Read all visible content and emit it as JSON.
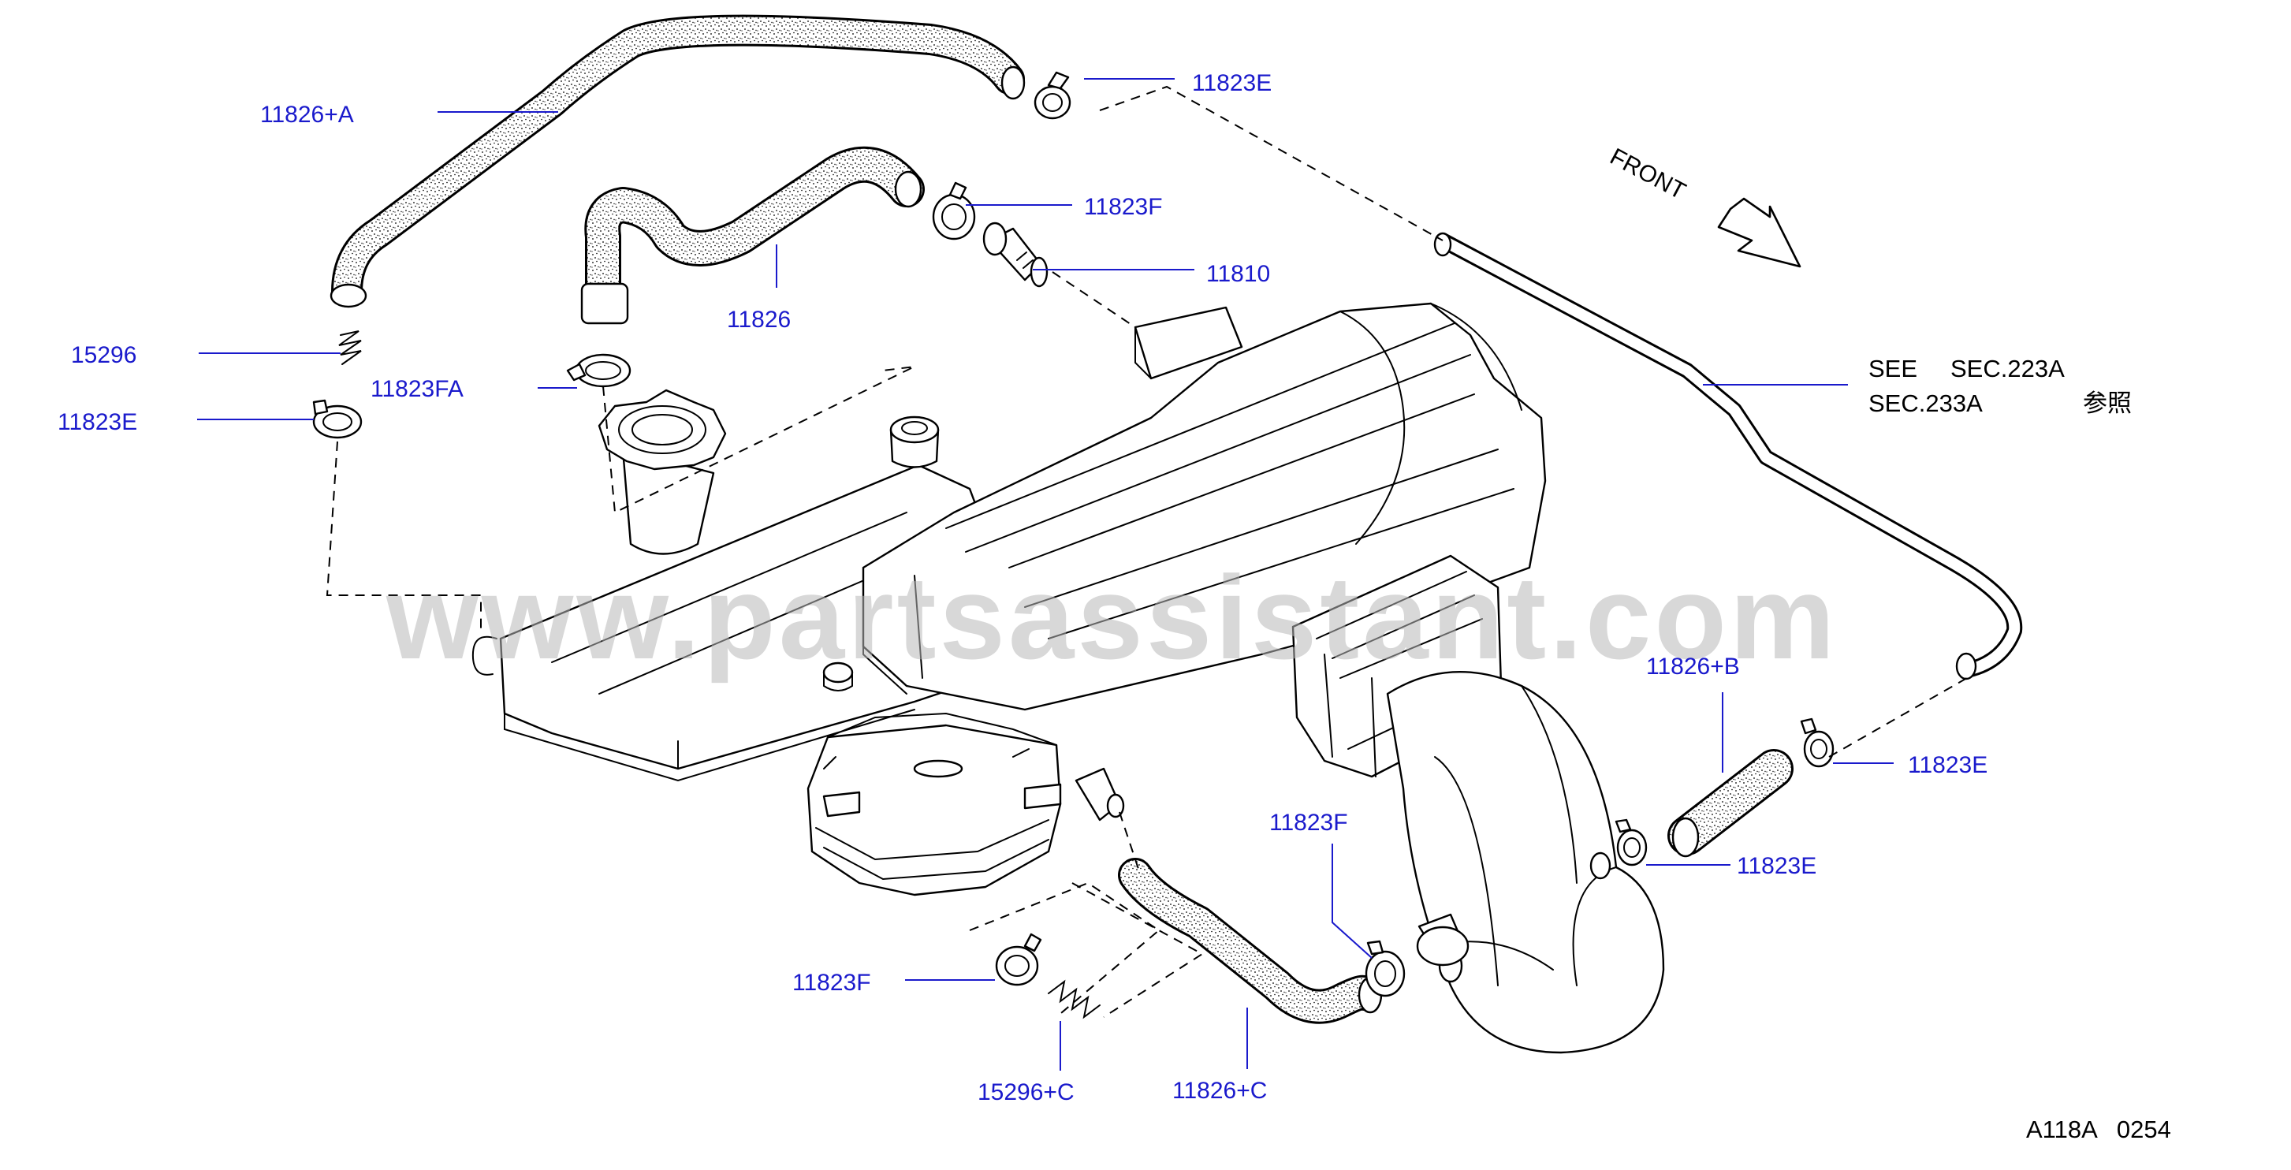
{
  "parts": [
    {
      "id": "p1",
      "label": "11826+A"
    },
    {
      "id": "p2",
      "label": "11823E"
    },
    {
      "id": "p3",
      "label": "11823F"
    },
    {
      "id": "p4",
      "label": "11810"
    },
    {
      "id": "p5",
      "label": "11826"
    },
    {
      "id": "p6",
      "label": "15296"
    },
    {
      "id": "p7",
      "label": "11823FA"
    },
    {
      "id": "p8",
      "label": "11823E"
    },
    {
      "id": "p9",
      "label": "11826+B"
    },
    {
      "id": "p10",
      "label": "11823E"
    },
    {
      "id": "p11",
      "label": "11823E"
    },
    {
      "id": "p12",
      "label": "11823F"
    },
    {
      "id": "p13",
      "label": "11823F"
    },
    {
      "id": "p14",
      "label": "15296+C"
    },
    {
      "id": "p15",
      "label": "11826+C"
    }
  ],
  "reference": {
    "line1_see": "SEE",
    "line1_sec": "SEC.223A",
    "line2_sec": "SEC.233A",
    "line2_jp": "参照"
  },
  "front_label": "FRONT",
  "diagram_code": "A118A   0254",
  "watermark": "www.partsassistant.com",
  "colors": {
    "label": "#1a1acc",
    "line": "#000000",
    "watermark": "#b9b9b9"
  }
}
